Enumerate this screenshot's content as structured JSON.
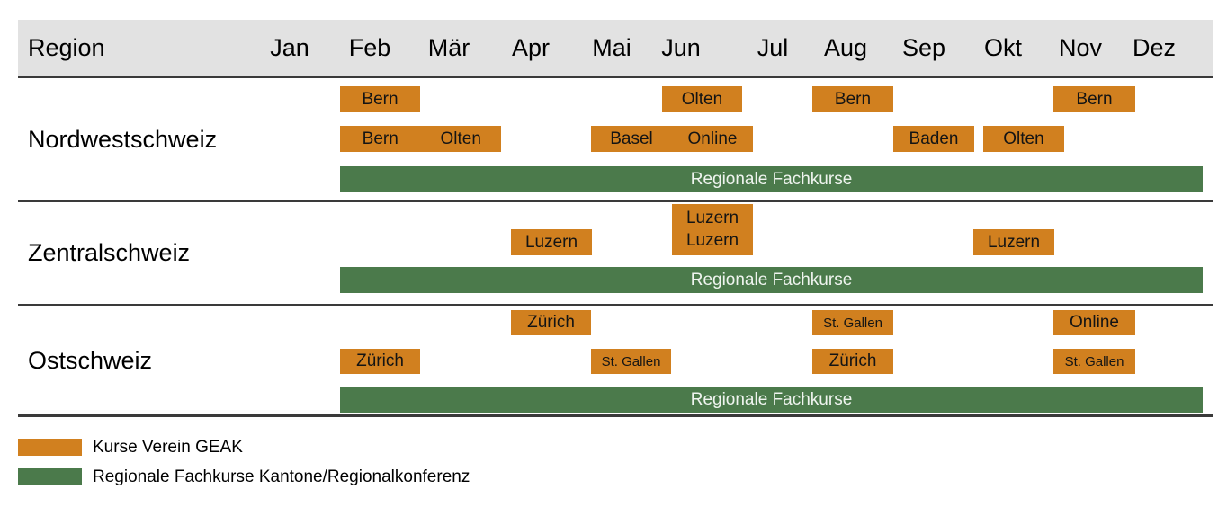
{
  "header": {
    "region_label": "Region"
  },
  "chart_data": {
    "type": "gantt",
    "x_categories": [
      "Jan",
      "Feb",
      "Mär",
      "Apr",
      "Mai",
      "Jun",
      "Jul",
      "Aug",
      "Sep",
      "Okt",
      "Nov",
      "Dez"
    ],
    "colors": {
      "geak_course": "#D1801F",
      "regional_course": "#4B7A4B",
      "header_band": "#E2E2E2"
    },
    "rows": [
      {
        "region": "Nordwestschweiz",
        "lane1": [
          {
            "label": "Bern",
            "month": "Feb"
          },
          {
            "label": "Olten",
            "month": "Jun"
          },
          {
            "label": "Bern",
            "month": "Aug"
          },
          {
            "label": "Bern",
            "month": "Nov"
          }
        ],
        "lane2": [
          {
            "label": "Bern",
            "month": "Feb"
          },
          {
            "label": "Olten",
            "month": "Mär"
          },
          {
            "label": "Basel",
            "month": "Mai"
          },
          {
            "label": "Online",
            "month": "Jun"
          },
          {
            "label": "Baden",
            "month": "Sep"
          },
          {
            "label": "Olten",
            "month": "Okt"
          }
        ],
        "regional": {
          "label": "Regionale Fachkurse",
          "start_month": "Feb",
          "end_month": "Dez"
        }
      },
      {
        "region": "Zentralschweiz",
        "lane1": [
          {
            "label": "Luzern",
            "month": "Jun"
          }
        ],
        "lane2": [
          {
            "label": "Luzern",
            "month": "Apr"
          },
          {
            "label": "Luzern",
            "month": "Jun"
          },
          {
            "label": "Luzern",
            "month": "Okt"
          }
        ],
        "regional": {
          "label": "Regionale Fachkurse",
          "start_month": "Feb",
          "end_month": "Dez"
        }
      },
      {
        "region": "Ostschweiz",
        "lane1": [
          {
            "label": "Zürich",
            "month": "Apr"
          },
          {
            "label": "St. Gallen",
            "month": "Aug"
          },
          {
            "label": "Online",
            "month": "Nov"
          }
        ],
        "lane2": [
          {
            "label": "Zürich",
            "month": "Feb"
          },
          {
            "label": "St. Gallen",
            "month": "Mai"
          },
          {
            "label": "Zürich",
            "month": "Aug"
          },
          {
            "label": "St. Gallen",
            "month": "Nov"
          }
        ],
        "regional": {
          "label": "Regionale Fachkurse",
          "start_month": "Feb",
          "end_month": "Dez"
        }
      }
    ]
  },
  "legend": {
    "items": [
      {
        "label": "Kurse Verein GEAK",
        "color": "#D1801F"
      },
      {
        "label": "Regionale Fachkurse Kantone/Regionalkonferenz",
        "color": "#4B7A4B"
      }
    ]
  }
}
